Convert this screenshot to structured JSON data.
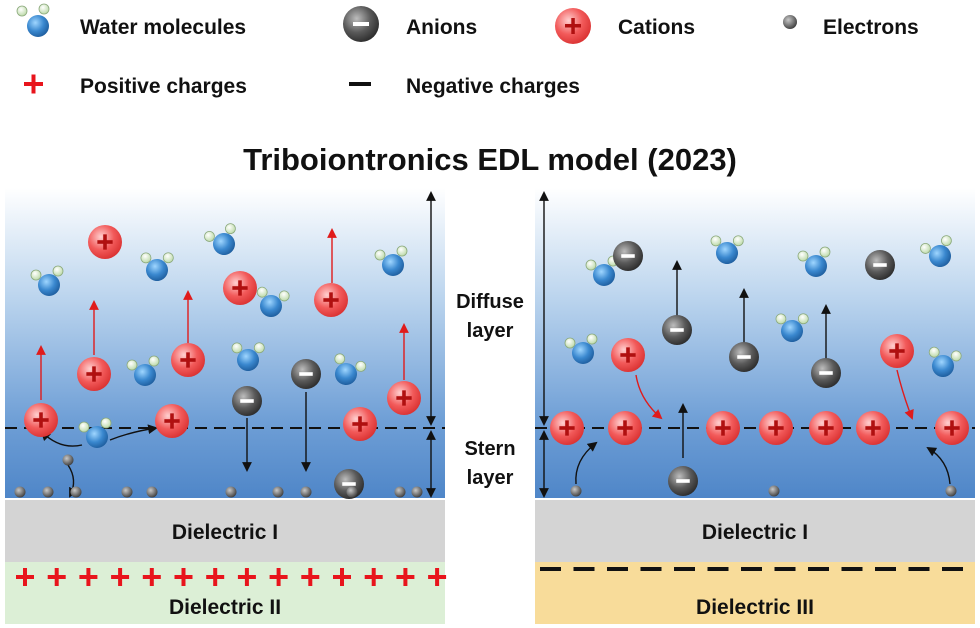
{
  "legend": {
    "water": "Water molecules",
    "anions": "Anions",
    "cations": "Cations",
    "electrons": "Electrons",
    "positive": "Positive charges",
    "negative": "Negative charges"
  },
  "title": "Triboiontronics EDL model (2023)",
  "labels": {
    "diffuse_line1": "Diffuse",
    "diffuse_line2": "layer",
    "stern_line1": "Stern",
    "stern_line2": "layer"
  },
  "left_panel": {
    "dielectric_top": "Dielectric I",
    "dielectric_bottom": "Dielectric II"
  },
  "right_panel": {
    "dielectric_top": "Dielectric I",
    "dielectric_bottom": "Dielectric III"
  },
  "colors": {
    "cation": "#f04848",
    "anion": "#4a4a4a",
    "water": "#2f7fc4",
    "positive_charge": "#e8141c",
    "dielectric_I": "#d4d4d4",
    "dielectric_II": "#dcefd6",
    "dielectric_III": "#f8dc9a",
    "arrow_red": "#e01b1b"
  }
}
